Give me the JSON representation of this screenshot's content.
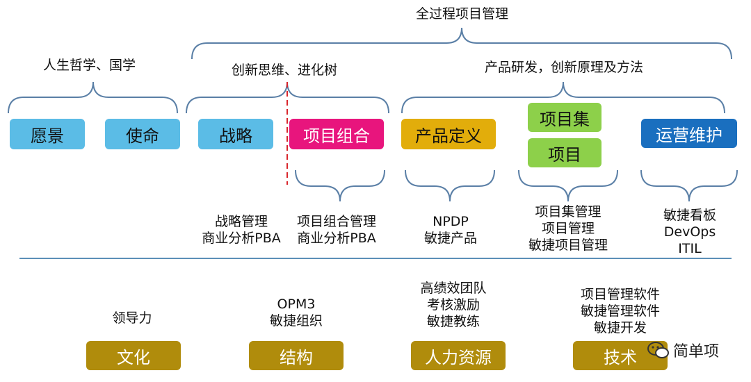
{
  "top_title": "全过程项目管理",
  "group_labels": {
    "philosophy": "人生哲学、国学",
    "innovation": "创新思维、进化树",
    "product_rd": "产品研发，创新原理及方法"
  },
  "boxes": {
    "vision": "愿景",
    "mission": "使命",
    "strategy": "战略",
    "portfolio": "项目组合",
    "product_definition": "产品定义",
    "program": "项目集",
    "project": "项目",
    "operations": "运营维护"
  },
  "bottom_boxes": {
    "culture": "文化",
    "structure": "结构",
    "hr": "人力资源",
    "tech": "技术"
  },
  "notes": {
    "strategy": [
      "战略管理",
      "商业分析PBA"
    ],
    "portfolio": [
      "项目组合管理",
      "商业分析PBA"
    ],
    "product": [
      "NPDP",
      "敏捷产品"
    ],
    "program": [
      "项目集管理",
      "项目管理",
      "敏捷项目管理"
    ],
    "operations": [
      "敏捷看板",
      "DevOps",
      "ITIL"
    ],
    "culture": [
      "领导力"
    ],
    "structure": [
      "OPM3",
      "敏捷组织"
    ],
    "hr": [
      "高绩效团队",
      "考核激励",
      "敏捷教练"
    ],
    "tech": [
      "项目管理软件",
      "敏捷管理软件",
      "敏捷开发"
    ]
  },
  "watermark": "简单项",
  "colors": {
    "brace": "#5a7fa6",
    "divider": "#5c8fb8",
    "dashed": "#d9262c",
    "light_blue": "#5bbce6",
    "pink": "#e8157d",
    "yellow": "#e2ad0b",
    "green": "#8dd04a",
    "dark_blue": "#1a6fbf",
    "gold": "#b08c0c"
  }
}
